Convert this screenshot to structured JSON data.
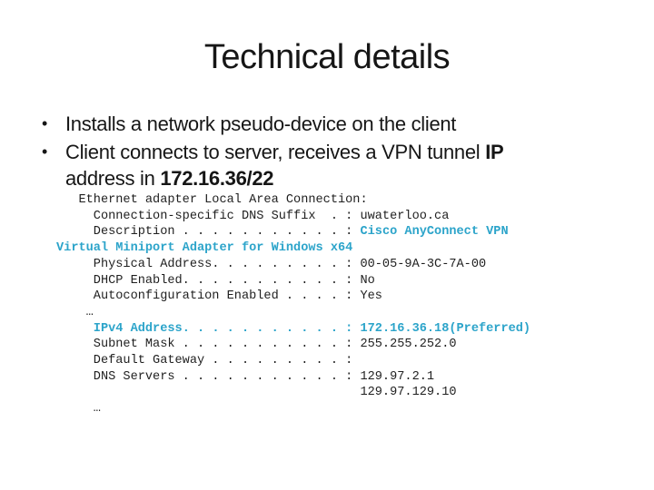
{
  "slide": {
    "title": "Technical details",
    "background_color": "#FFFFFF",
    "accent_color": "#2CA4CA",
    "text_color": "#161616",
    "bullet_marker": "•",
    "bullets": [
      {
        "lines": [
          [
            {
              "text": "Installs a network pseudo-device on the client",
              "bold": false
            }
          ]
        ]
      },
      {
        "lines": [
          [
            {
              "text": "Client connects to server, receives a VPN tunnel ",
              "bold": false
            },
            {
              "text": "IP",
              "bold": true
            }
          ],
          [
            {
              "text": "address in ",
              "bold": false
            },
            {
              "text": "172.16.36/22",
              "bold": true
            }
          ]
        ]
      }
    ],
    "console": {
      "lines": [
        {
          "segments": [
            {
              "text": "   Ethernet adapter Local Area Connection:",
              "style": "normal"
            }
          ]
        },
        {
          "segments": [
            {
              "text": "     Connection-specific DNS Suffix  . : uwaterloo.ca",
              "style": "normal"
            }
          ]
        },
        {
          "segments": [
            {
              "text": "     Description . . . . . . . . . . . : ",
              "style": "normal"
            },
            {
              "text": "Cisco AnyConnect VPN",
              "style": "accent-bold"
            }
          ]
        },
        {
          "segments": [
            {
              "text": "Virtual Miniport Adapter for Windows x64",
              "style": "accent-bold"
            }
          ]
        },
        {
          "segments": [
            {
              "text": "     Physical Address. . . . . . . . . : 00-05-9A-3C-7A-00",
              "style": "normal"
            }
          ]
        },
        {
          "segments": [
            {
              "text": "     DHCP Enabled. . . . . . . . . . . : No",
              "style": "normal"
            }
          ]
        },
        {
          "segments": [
            {
              "text": "     Autoconfiguration Enabled . . . . : Yes",
              "style": "normal"
            }
          ]
        },
        {
          "segments": [
            {
              "text": "    …",
              "style": "normal"
            }
          ]
        },
        {
          "segments": [
            {
              "text": "     ",
              "style": "normal"
            },
            {
              "text": "IPv4 Address. . . . . . . . . . . : 172.16.36.18(Preferred)",
              "style": "accent-bold"
            }
          ]
        },
        {
          "segments": [
            {
              "text": "     Subnet Mask . . . . . . . . . . . : 255.255.252.0",
              "style": "normal"
            }
          ]
        },
        {
          "segments": [
            {
              "text": "     Default Gateway . . . . . . . . . :",
              "style": "normal"
            }
          ]
        },
        {
          "segments": [
            {
              "text": "     DNS Servers . . . . . . . . . . . : 129.97.2.1",
              "style": "normal"
            }
          ]
        },
        {
          "segments": [
            {
              "text": "                                         129.97.129.10",
              "style": "normal"
            }
          ]
        },
        {
          "segments": [
            {
              "text": "     …",
              "style": "normal"
            }
          ]
        }
      ]
    }
  }
}
